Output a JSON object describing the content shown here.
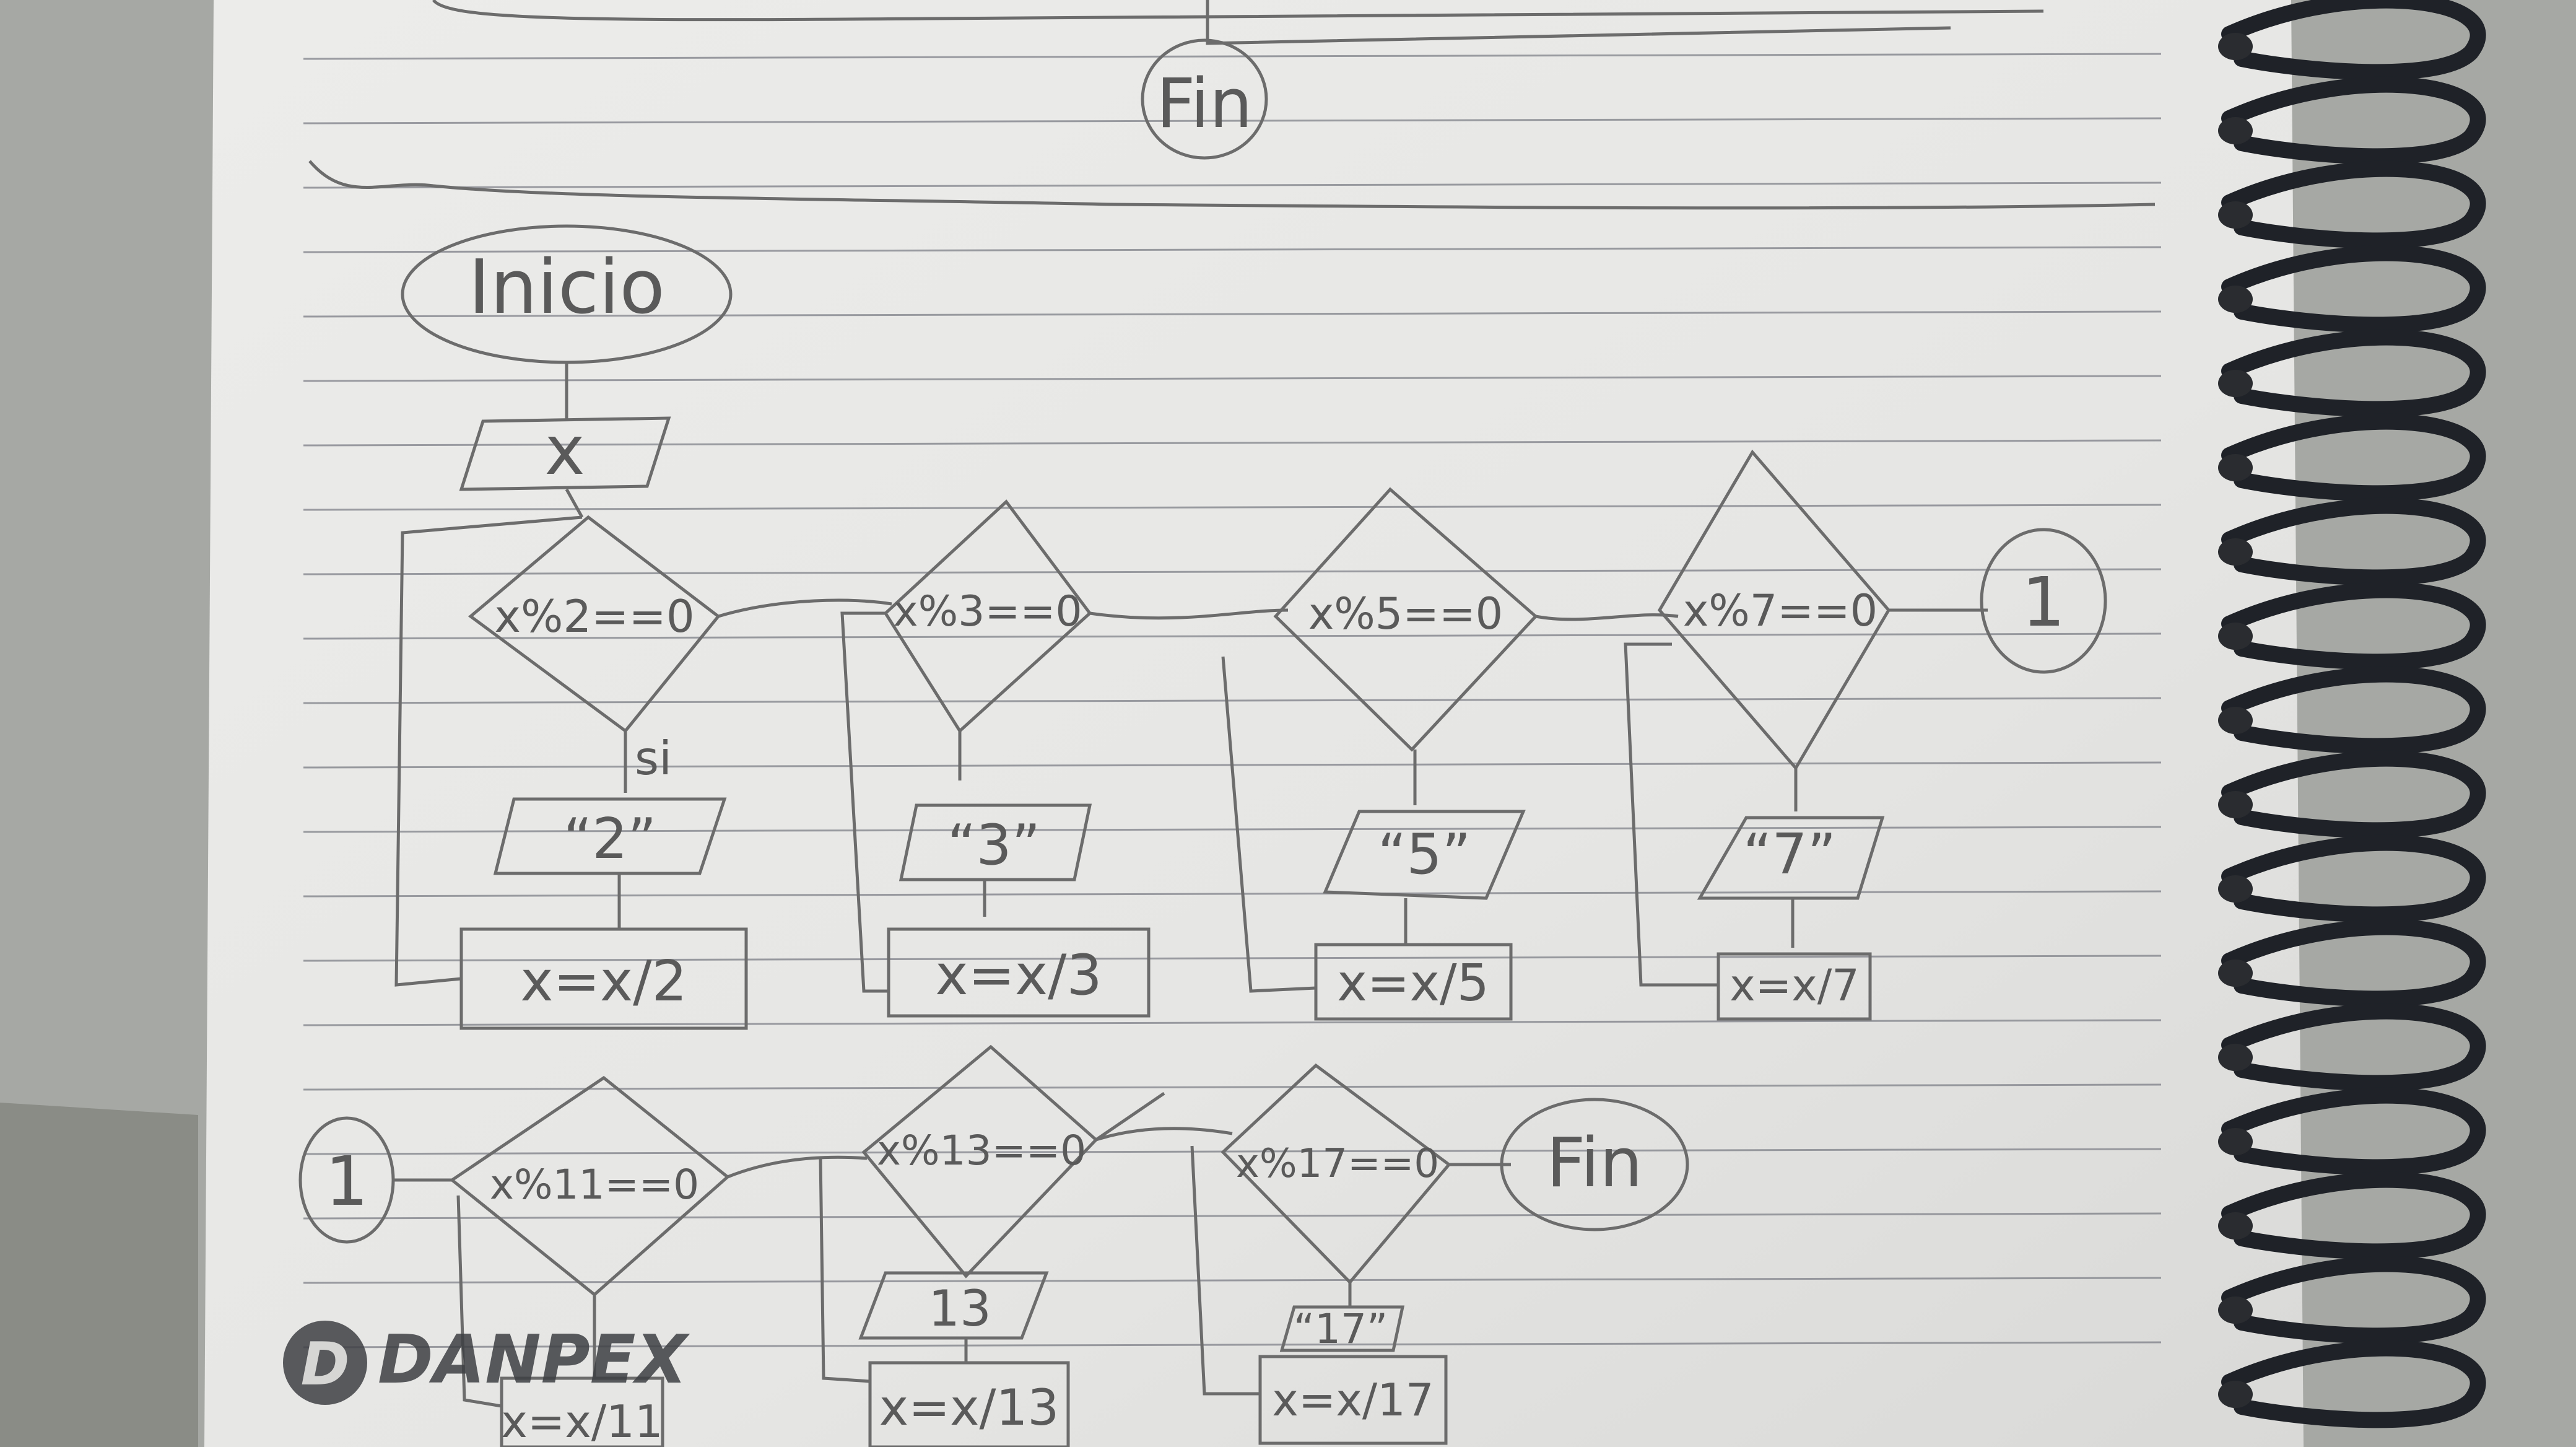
{
  "colors": {
    "paper": "#e9e9e7",
    "pencil": "#6c6c6c",
    "rule": "#7e8088",
    "spiral": "#1f2228",
    "background": "#9b9d99"
  },
  "top_partial": {
    "end_label": "Fin"
  },
  "flowchart": {
    "start_label": "Inicio",
    "input_label": "x",
    "yes_label": "si",
    "row1": [
      {
        "condition": "x%2==0",
        "output": "“2”",
        "assign": "x=x/2"
      },
      {
        "condition": "x%3==0",
        "output": "“3”",
        "assign": "x=x/3"
      },
      {
        "condition": "x%5==0",
        "output": "“5”",
        "assign": "x=x/5"
      },
      {
        "condition": "x%7==0",
        "output": "“7”",
        "assign": "x=x/7"
      }
    ],
    "connector_label": "1",
    "row2": [
      {
        "condition": "x%11==0",
        "output": "",
        "assign": "x=x/11"
      },
      {
        "condition": "x%13==0",
        "output": "13",
        "assign": "x=x/13"
      },
      {
        "condition": "x%17==0",
        "output": "“17”",
        "assign": "x=x/17"
      }
    ],
    "end_label": "Fin"
  },
  "brand": {
    "logo_text": "DANPEX"
  }
}
